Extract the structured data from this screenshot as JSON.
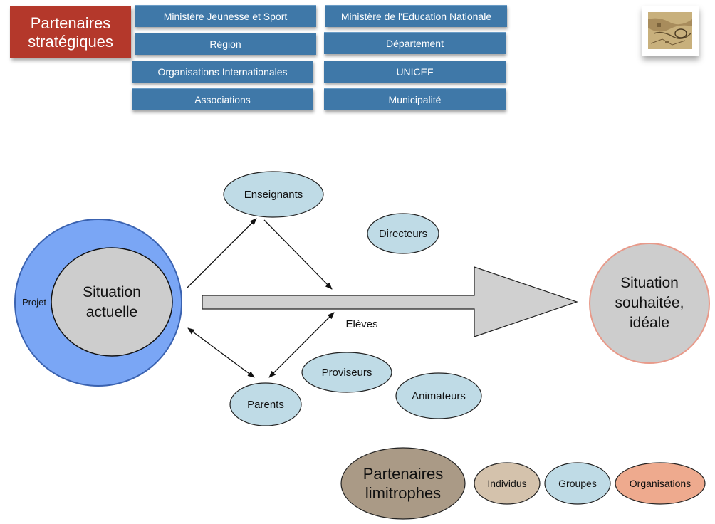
{
  "header": {
    "title_line1": "Partenaires",
    "title_line2": "stratégiques"
  },
  "partners_left": [
    "Ministère Jeunesse et Sport",
    "Région",
    "Organisations Internationales",
    "Associations"
  ],
  "partners_right": [
    "Ministère de l'Education Nationale",
    "Département",
    "UNICEF",
    "Municipalité"
  ],
  "diagram": {
    "projet": "Projet",
    "situation_actuelle_line1": "Situation",
    "situation_actuelle_line2": "actuelle",
    "situation_ideale_line1": "Situation",
    "situation_ideale_line2": "souhaitée,",
    "situation_ideale_line3": "idéale",
    "enseignants": "Enseignants",
    "directeurs": "Directeurs",
    "eleves": "Elèves",
    "proviseurs": "Proviseurs",
    "parents": "Parents",
    "animateurs": "Animateurs"
  },
  "legend": {
    "title_line1": "Partenaires",
    "title_line2": "limitrophes",
    "individus": "Individus",
    "groupes": "Groupes",
    "organisations": "Organisations"
  },
  "colors": {
    "title_bg": "#b4382b",
    "pill_bg": "#3f78a8",
    "projet_ring": "#7aa6f5",
    "light_blue": "#bfdbe6",
    "gray": "#cdcdcd",
    "brown": "#aa9a86",
    "tan": "#d4c2ac",
    "salmon": "#eeaa8e",
    "pink_border": "#e89a8a"
  }
}
